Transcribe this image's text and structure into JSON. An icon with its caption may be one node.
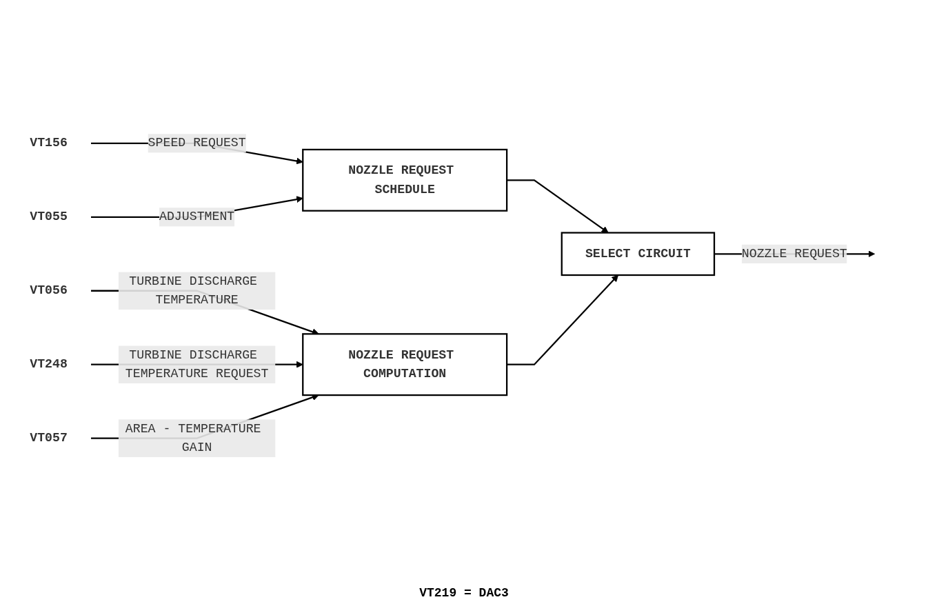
{
  "diagram": {
    "nodes": [
      {
        "text": [
          "VT156"
        ]
      },
      {
        "text": [
          "VT055"
        ]
      },
      {
        "text": [
          "NOZZLE REQUEST SCHEDULE"
        ]
      },
      {
        "text": [
          "VT056"
        ]
      },
      {
        "text": [
          "VT248"
        ]
      },
      {
        "text": [
          "VT057"
        ]
      },
      {
        "text": [
          "NOZZLE REQUEST COMPUTATION"
        ]
      },
      {
        "text": [
          "SELECT CIRCUIT"
        ]
      }
    ],
    "edges": [
      {
        "from": 0,
        "to": 2,
        "arrow": "to",
        "label": "SPEED REQUEST"
      },
      {
        "from": 1,
        "to": 2,
        "arrow": "to",
        "label": "ADJUSTMENT"
      },
      {
        "from": 3,
        "to": 6,
        "arrow": "to",
        "label": "TURBINE DISCHARGE TEMPERATURE"
      },
      {
        "from": 4,
        "to": 6,
        "arrow": "to",
        "label": "TURBINE DISCHARGE TEMPERATURE REQUEST"
      },
      {
        "from": 5,
        "to": 6,
        "arrow": "to",
        "label": "AREA - TEMPERATURE GAIN"
      },
      {
        "from": 2,
        "to": 7,
        "arrow": "to"
      },
      {
        "from": 6,
        "to": 7,
        "arrow": "to"
      },
      {
        "from": 7,
        "to": null,
        "arrow": "to",
        "label": "NOZZLE REQUEST"
      }
    ],
    "labels": [
      "VT219 = DAC3"
    ]
  }
}
